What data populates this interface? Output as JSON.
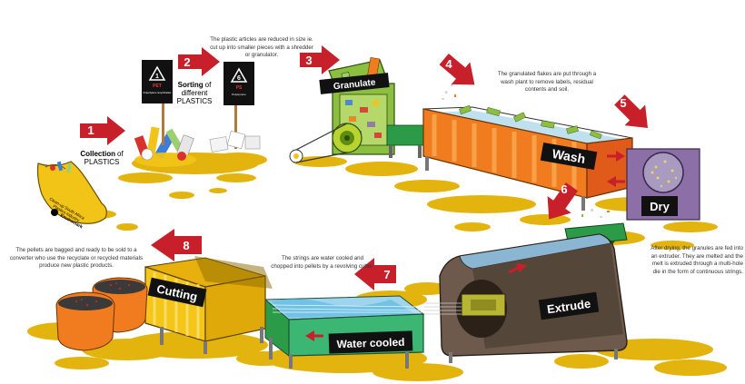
{
  "steps": [
    {
      "number": "1",
      "title_bold": "Collection",
      "title_rest": "of",
      "title_line2": "PLASTICS"
    },
    {
      "number": "2",
      "title_bold": "Sorting",
      "title_rest": "of",
      "title_line2": "different",
      "title_line3": "PLASTICS"
    },
    {
      "number": "3",
      "label": "Granulate"
    },
    {
      "number": "4"
    },
    {
      "number": "5",
      "label": "Dry"
    },
    {
      "number": "6"
    },
    {
      "number": "7",
      "label": "Water cooled"
    },
    {
      "number": "8",
      "label": "Cutting"
    }
  ],
  "machines": {
    "wash": "Wash",
    "extrude": "Extrude"
  },
  "notes": {
    "granulate": "The plastic articles are reduced in size ie. cut up into smaller pieces with a shredder or granulator.",
    "wash": "The granulated flakes are put through a wash plant to remove labels, residual contents and soil.",
    "extrude": "After drying, the granules are fed into an extruder. They are melted and the melt is extruded through a multi-hole die in the form of continuous strings.",
    "water": "The strings are water cooled and chopped into pellets by a revolving cutter.",
    "bagged": "The pellets are bagged and ready to be sold to a converter who use the recyclate or recycled materials produce new plastic products."
  },
  "signs": {
    "pet": {
      "code": "1",
      "abbr": "PET",
      "name": "Polyethylene terephthalate"
    },
    "ps": {
      "code": "6",
      "abbr": "PS",
      "name": "Polystyrene"
    }
  },
  "bag": {
    "line1": "Clean-up South Africa",
    "line2": "Plastics Industry",
    "brand": "Enviromark"
  },
  "colors": {
    "step_arrow": "#c8202a",
    "puddle": "#e3b40d",
    "wash_tank": "#f07c1f",
    "dryer": "#8d6fa8",
    "extruder": "#6d5a4c",
    "cooling_tank": "#3bb673",
    "cutter": "#f5c518",
    "granulator": "#8cbf3f"
  }
}
